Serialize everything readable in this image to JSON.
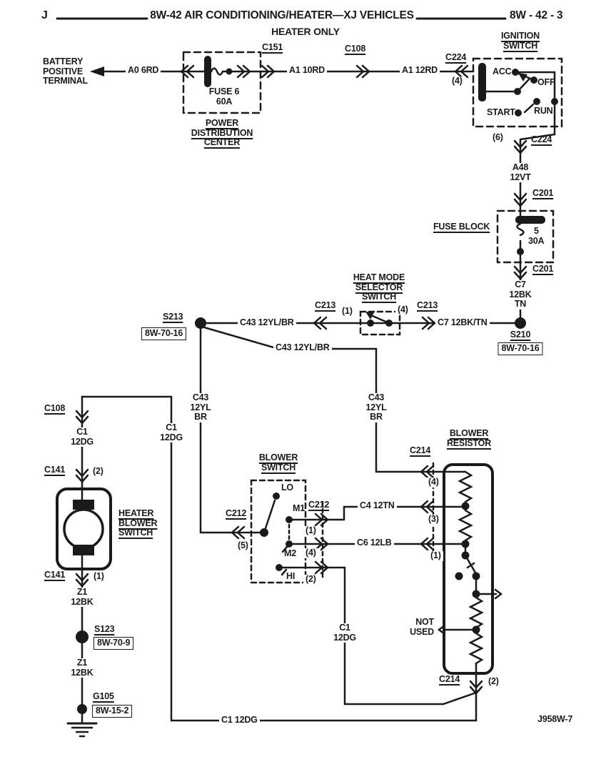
{
  "page": {
    "corner_letter": "J",
    "title": "8W-42 AIR CONDITIONING/HEATER—XJ VEHICLES",
    "page_code": "8W - 42 - 3",
    "subtitle": "HEATER ONLY",
    "footer_code": "J958W-7"
  },
  "labels": {
    "battery": "BATTERY\nPOSITIVE\nTERMINAL",
    "pdc": "POWER\nDISTRIBUTION\nCENTER",
    "pdc_fuse": "FUSE 6\n60A",
    "ignition": "IGNITION\nSWITCH",
    "acc": "ACC",
    "off": "OFF",
    "start": "START",
    "run": "RUN",
    "fuse_block": "FUSE BLOCK",
    "fuse5": "5",
    "fuse5_amp": "30A",
    "heat_mode": "HEAT MODE\nSELECTOR\nSWITCH",
    "blower_switch": "BLOWER\nSWITCH",
    "lo": "LO",
    "m1": "M1",
    "m2": "M2",
    "hi": "HI",
    "blower_resistor": "BLOWER\nRESISTOR",
    "not_used": "NOT\nUSED",
    "heater_blower": "HEATER\nBLOWER\nSWITCH"
  },
  "connectors": {
    "c151": "C151",
    "c108": "C108",
    "c224": "C224",
    "c201": "C201",
    "c213": "C213",
    "c212": "C212",
    "c214": "C214",
    "c141": "C141"
  },
  "pins": {
    "p1": "(1)",
    "p2": "(2)",
    "p3": "(3)",
    "p4": "(4)",
    "p5": "(5)",
    "p6": "(6)"
  },
  "wires": {
    "a0_6rd": "A0 6RD",
    "a1_10rd": "A1 10RD",
    "a1_12rd": "A1 12RD",
    "a48_12vt": "A48\n12VT",
    "c7_stack": "C7\n12BK\nTN",
    "c7_inline": "C7 12BK/TN",
    "c43_inline": "C43 12YL/BR",
    "c43_stack": "C43\n12YL\nBR",
    "c1_stack": "C1\n12DG",
    "c1_inline": "C1 12DG",
    "c4_12tn": "C4 12TN",
    "c6_12lb": "C6 12LB",
    "z1_stack": "Z1\n12BK"
  },
  "splices": {
    "s213": "S213",
    "s213_ref": "8W-70-16",
    "s210": "S210",
    "s210_ref": "8W-70-16",
    "s123": "S123",
    "s123_ref": "8W-70-9",
    "g105": "G105",
    "g105_ref": "8W-15-2"
  }
}
